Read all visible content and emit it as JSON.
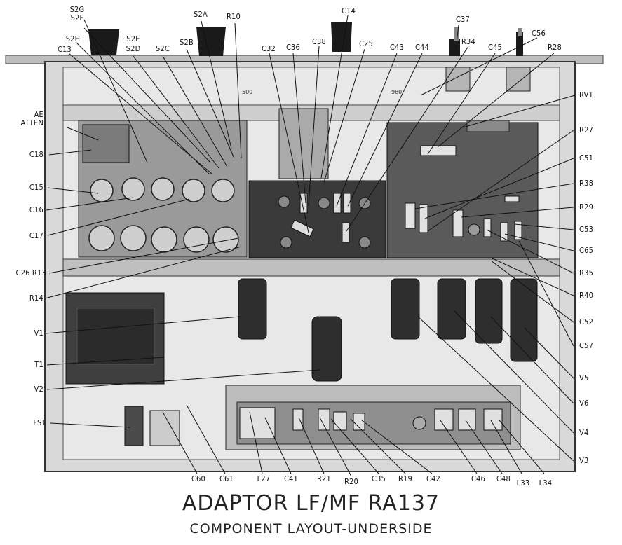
{
  "title": "ADAPTOR LF/MF    RA137",
  "subtitle": "COMPONENT LAYOUT-UNDERSIDE",
  "dial_scale": "500",
  "dial_scale_right": "980",
  "labels": [
    "S2G",
    "S2F",
    "S2H",
    "C13",
    "S2E",
    "S2D",
    "S2C",
    "S2A",
    "S2B",
    "R10",
    "C14",
    "C37",
    "C56",
    "C32",
    "C36",
    "C38",
    "C25",
    "C43",
    "C44",
    "R34",
    "C45",
    "R28",
    "RV1",
    "AE",
    "ATTEN",
    "C18",
    "C15",
    "C16",
    "C17",
    "C26 R13",
    "R14",
    "V1",
    "T1",
    "V2",
    "FS1",
    "R27",
    "C51",
    "R38",
    "R29",
    "C53",
    "C65",
    "R35",
    "R40",
    "C52",
    "C57",
    "V5",
    "V6",
    "V4",
    "V3",
    "C60",
    "C61",
    "L27",
    "C41",
    "R21",
    "R20",
    "C35",
    "R19",
    "C42",
    "C46",
    "C48",
    "L33",
    "L34"
  ]
}
